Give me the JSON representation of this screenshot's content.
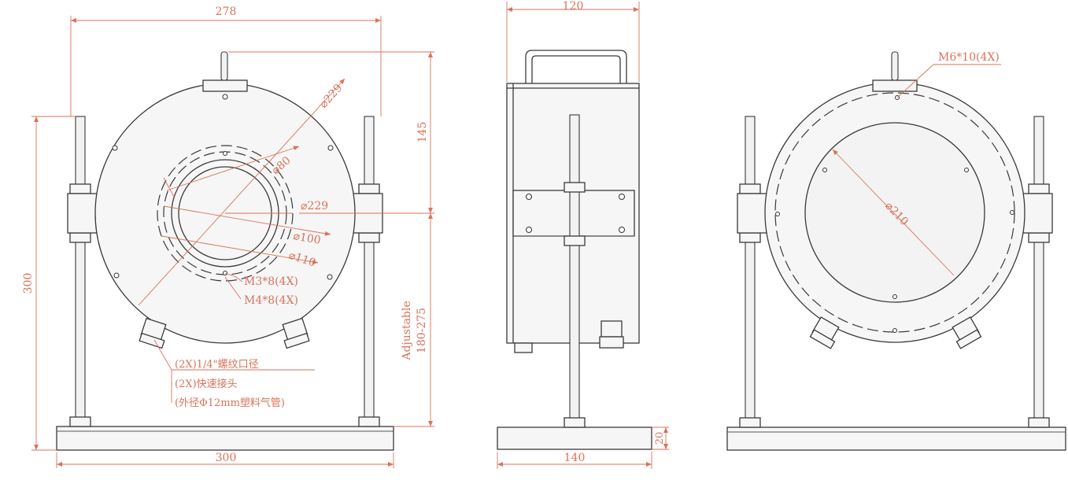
{
  "front_view": {
    "dim_width_top": "278",
    "dim_height_total": "300",
    "dim_top_to_center": "145",
    "dim_base_width": "300",
    "dim_adjustable_label": "Adjustable",
    "dim_adjustable_range": "180-275",
    "dia_outer_1": "⌀229",
    "dia_outer_2": "⌀229",
    "dia_port": "⌀80",
    "dia_ring_100": "⌀100",
    "dia_ring_110": "⌀110",
    "thread_m3": "M3*8(4X)",
    "thread_m4": "M4*8(4X)",
    "note_1": "(2X)1/4\"螺纹口径",
    "note_2": "(2X)快速接头",
    "note_3": "(外径Φ12mm塑料气管)"
  },
  "side_view": {
    "dim_top_width": "120",
    "dim_base_width": "140",
    "dim_base_height": "20"
  },
  "back_view": {
    "thread_m6": "M6*10(4X)",
    "dia_window": "⌀210"
  }
}
